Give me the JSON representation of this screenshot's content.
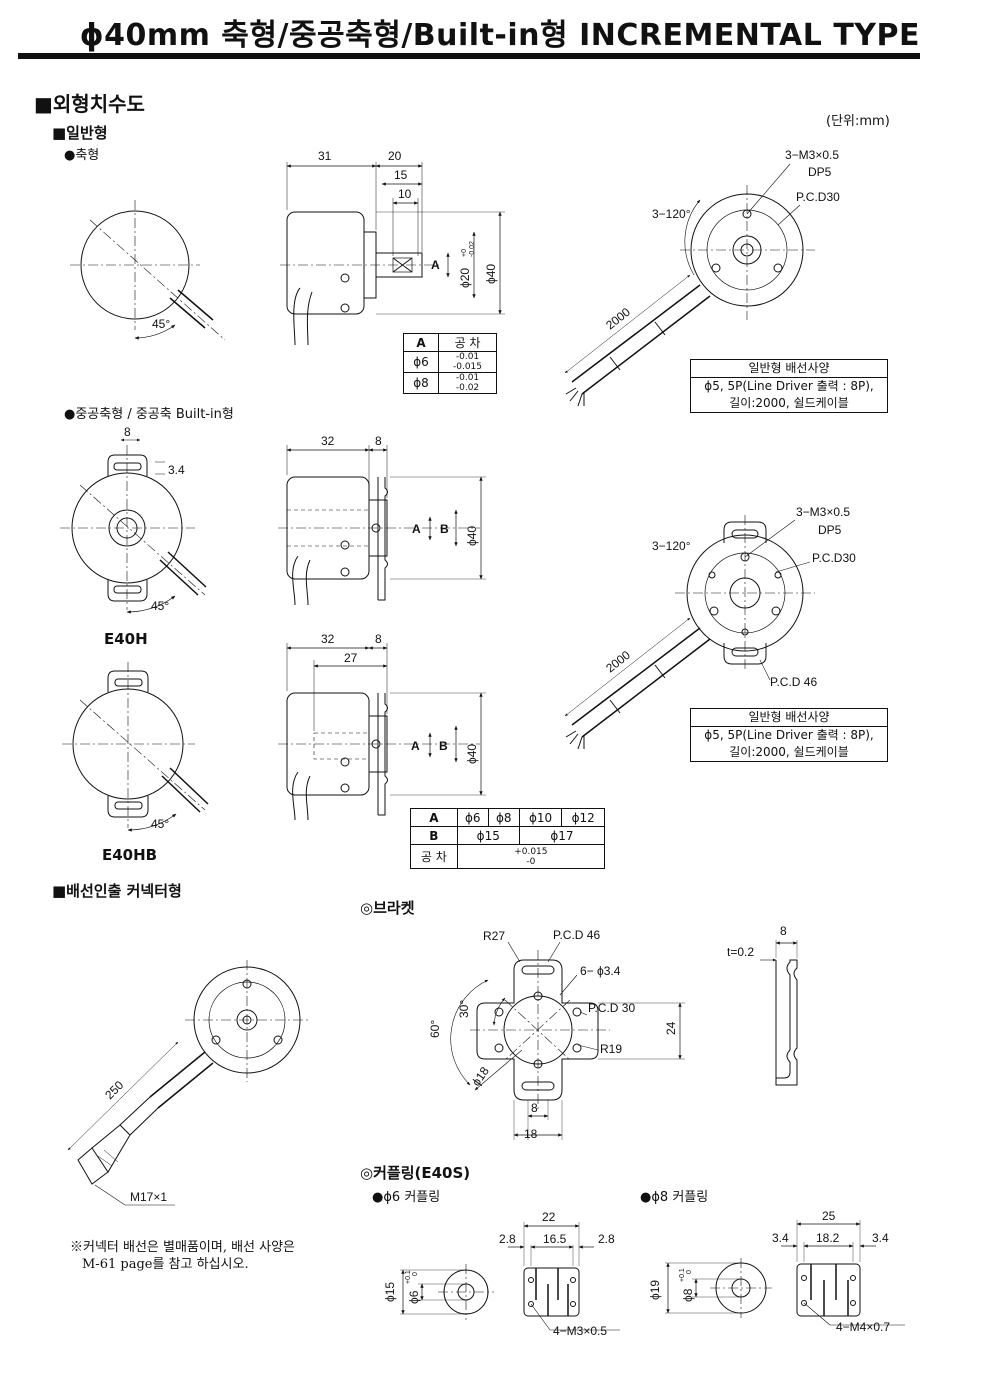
{
  "header": {
    "title": "ϕ40mm 축형/중공축형/Built-in형 INCREMENTAL TYPE"
  },
  "section": {
    "main_title": "■외형치수도",
    "unit": "(단위:mm)",
    "general": "■일반형",
    "shaft": "●축형",
    "hollow": "●중공축형 / 중공축 Built-in형",
    "connector": "■배선인출 커넥터형",
    "bracket": "◎브라켓",
    "coupling": "◎커플링(E40S)",
    "coupling6": "●ϕ6 커플링",
    "coupling8": "●ϕ8 커플링"
  },
  "models": {
    "e40h": "E40H",
    "e40hb": "E40HB"
  },
  "table1": {
    "headers": [
      "A",
      "공 차"
    ],
    "rows": [
      {
        "a": "ϕ6",
        "tol_top": "-0.01",
        "tol_bot": "-0.015"
      },
      {
        "a": "ϕ8",
        "tol_top": "-0.01",
        "tol_bot": "-0.02"
      }
    ]
  },
  "table2": {
    "row_a": [
      "A",
      "ϕ6",
      "ϕ8",
      "ϕ10",
      "ϕ12"
    ],
    "row_b": [
      "B",
      "ϕ15",
      "ϕ17"
    ],
    "row_tol": {
      "label": "공 차",
      "top": "+0.015",
      "bot": "-0"
    }
  },
  "spec_box": {
    "title": "일반형 배선사양",
    "line1": "ϕ5, 5P(Line Driver 출력 : 8P),",
    "line2": "길이:2000, 쉴드케이블"
  },
  "note": {
    "line1": "※커넥터 배선은 별매품이며, 배선 사양은",
    "line2": "M-61 page를 참고 하십시오."
  },
  "dims": {
    "d31": "31",
    "d20": "20",
    "d15": "15",
    "d10": "10",
    "phi20": "ϕ20",
    "phi20_tol_top": "+0",
    "phi20_tol_bot": "-0.02",
    "phi40": "ϕ40",
    "a": "A",
    "b": "B",
    "angle45": "45°",
    "m3": "3−M3×0.5",
    "dp5": "DP5",
    "pcd30": "P.C.D30",
    "a120": "3−120°",
    "len2000": "2000",
    "d8": "8",
    "d34": "3.4",
    "d32": "32",
    "d27": "27",
    "pcd46": "P.C.D 46",
    "len250": "250",
    "m17": "M17×1",
    "r27": "R27",
    "br_pcd46": "P.C.D 46",
    "holes": "6− ϕ3.4",
    "br_pcd30": "P.C.D 30",
    "r19": "R19",
    "d24": "24",
    "a60": "60°",
    "a30": "30°",
    "phi18": "ϕ18",
    "br8": "8",
    "br18": "18",
    "t02": "t=0.2",
    "bk8": "8",
    "c22": "22",
    "c28a": "2.8",
    "c165": "16.5",
    "c28b": "2.8",
    "c15": "ϕ15",
    "c6": "ϕ6",
    "c6tol_top": "+0.1",
    "c6tol_bot": "0",
    "m3c": "4−M3×0.5",
    "c25": "25",
    "c34a": "3.4",
    "c182": "18.2",
    "c34b": "3.4",
    "c19": "ϕ19",
    "c8": "ϕ8",
    "c8tol_top": "+0.1",
    "c8tol_bot": "0",
    "m4c": "4−M4×0.7"
  }
}
